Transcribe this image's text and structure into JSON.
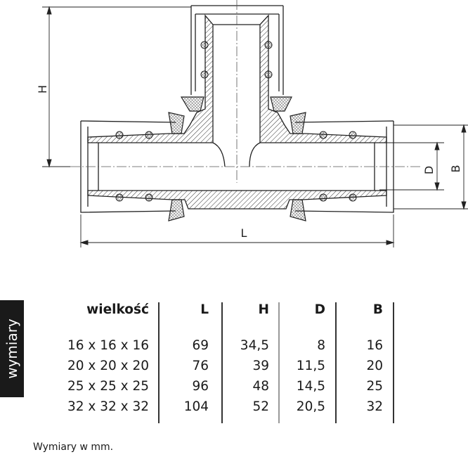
{
  "drawing": {
    "dimension_labels": {
      "H": "H",
      "L": "L",
      "D": "D",
      "B": "B"
    }
  },
  "side_tab": {
    "label": "wymiary"
  },
  "table": {
    "headers": [
      "wielkość",
      "L",
      "H",
      "D",
      "B"
    ],
    "rows": [
      [
        "16 x 16 x 16",
        "69",
        "34,5",
        "8",
        "16"
      ],
      [
        "20 x 20 x 20",
        "76",
        "39",
        "11,5",
        "20"
      ],
      [
        "25 x 25 x 25",
        "96",
        "48",
        "14,5",
        "25"
      ],
      [
        "32 x 32 x 32",
        "104",
        "52",
        "20,5",
        "32"
      ]
    ]
  },
  "footer": {
    "note": "Wymiary w mm."
  },
  "colors": {
    "ink": "#1a1a1a",
    "tab_bg": "#1a1a1a",
    "tab_text": "#ffffff"
  }
}
